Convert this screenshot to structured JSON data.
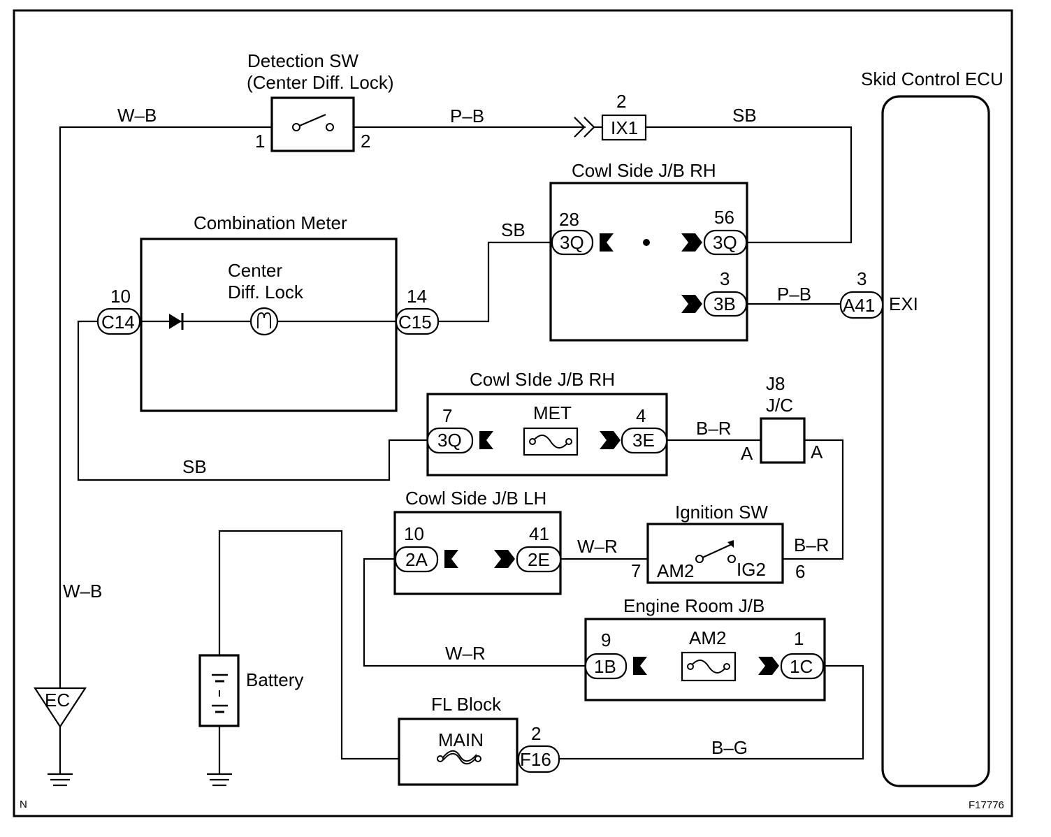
{
  "components": {
    "detection_sw": {
      "title1": "Detection SW",
      "title2": "(Center Diff. Lock)",
      "pin_left": "1",
      "pin_right": "2"
    },
    "ix1": {
      "label": "IX1",
      "pin": "2"
    },
    "skid_ecu": {
      "title": "Skid Control ECU",
      "terminal": "EXI"
    },
    "cowl_jb_rh_top": {
      "title": "Cowl Side J/B RH",
      "c1": "3Q",
      "c1_pin": "28",
      "c2": "3Q",
      "c2_pin": "56",
      "c3": "3B",
      "c3_pin": "3"
    },
    "combination_meter": {
      "title": "Combination Meter",
      "lamp1": "Center",
      "lamp2": "Diff. Lock",
      "c_left": "C14",
      "c_left_pin": "10",
      "c_right": "C15",
      "c_right_pin": "14"
    },
    "a41": {
      "label": "A41",
      "pin": "3"
    },
    "cowl_jb_rh_mid": {
      "title": "Cowl SIde J/B RH",
      "c_left": "3Q",
      "c_left_pin": "7",
      "fuse": "MET",
      "c_right": "3E",
      "c_right_pin": "4"
    },
    "j8": {
      "title1": "J8",
      "title2": "J/C",
      "pin_left": "A",
      "pin_right": "A"
    },
    "cowl_jb_lh": {
      "title": "Cowl Side J/B LH",
      "c_left": "2A",
      "c_left_pin": "10",
      "c_right": "2E",
      "c_right_pin": "41"
    },
    "ignition_sw": {
      "title": "Ignition SW",
      "t_left": "AM2",
      "t_right": "IG2",
      "pin_left": "7",
      "pin_right": "6"
    },
    "engine_room_jb": {
      "title": "Engine Room J/B",
      "c_left": "1B",
      "c_left_pin": "9",
      "fuse": "AM2",
      "c_right": "1C",
      "c_right_pin": "1"
    },
    "battery": {
      "title": "Battery"
    },
    "fl_block": {
      "title": "FL Block",
      "fuse": "MAIN",
      "c_right": "F16",
      "c_right_pin": "2"
    },
    "ground_point": {
      "label": "EC"
    }
  },
  "wires": {
    "wb_top": "W–B",
    "pb_top": "P–B",
    "sb_top": "SB",
    "sb_meter": "SB",
    "pb_ecu": "P–B",
    "sb_bottom": "SB",
    "br_top": "B–R",
    "wr_ign": "W–R",
    "br_ign": "B–R",
    "wb_left": "W–B",
    "wr_bottom": "W–R",
    "bg_bottom": "B–G"
  },
  "footer": {
    "corner_left": "N",
    "code": "F17776"
  }
}
